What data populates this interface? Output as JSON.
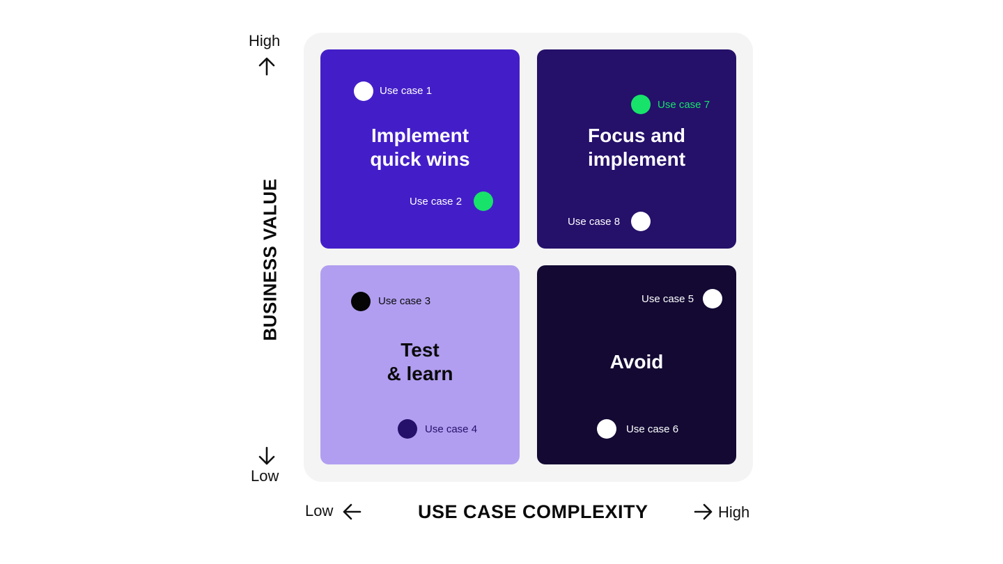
{
  "axes": {
    "y_title": "BUSINESS VALUE",
    "y_high": "High",
    "y_low": "Low",
    "x_title": "USE CASE COMPLEXITY",
    "x_low": "Low",
    "x_high": "High"
  },
  "quadrants": {
    "top_left": {
      "title": "Implement\nquick wins",
      "color": "#431ec8"
    },
    "top_right": {
      "title": "Focus and\nimplement",
      "color": "#25106a"
    },
    "bottom_left": {
      "title": "Test\n& learn",
      "color": "#b19ef0"
    },
    "bottom_right": {
      "title": "Avoid",
      "color": "#130933"
    }
  },
  "use_cases": [
    {
      "label": "Use case 1",
      "dot_color": "#ffffff"
    },
    {
      "label": "Use case 2",
      "dot_color": "#17e36a"
    },
    {
      "label": "Use case 3",
      "dot_color": "#050505"
    },
    {
      "label": "Use case 4",
      "dot_color": "#25106a"
    },
    {
      "label": "Use case 5",
      "dot_color": "#ffffff"
    },
    {
      "label": "Use case 6",
      "dot_color": "#ffffff"
    },
    {
      "label": "Use case 7",
      "dot_color": "#17e36a"
    },
    {
      "label": "Use case 8",
      "dot_color": "#ffffff"
    }
  ],
  "colors": {
    "accent_green": "#17e36a",
    "panel_background": "#f4f4f4"
  }
}
